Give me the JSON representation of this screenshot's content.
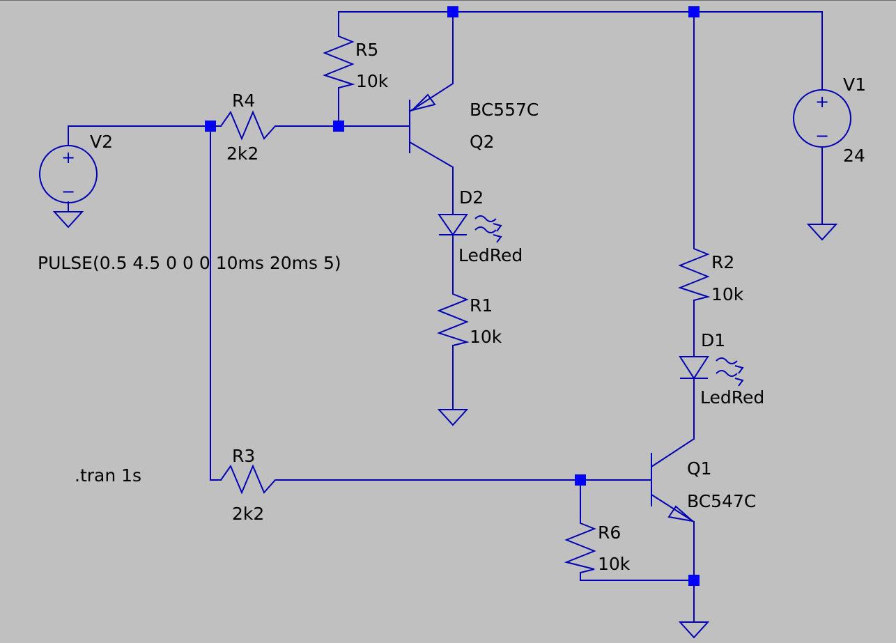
{
  "theme": {
    "background": "#c0c0c0",
    "wire": "#0000b4",
    "junction": "#0000ff",
    "text": "#000000"
  },
  "components": {
    "V1": {
      "name": "V1",
      "value": "24"
    },
    "V2": {
      "name": "V2",
      "value": "PULSE(0.5 4.5 0 0 0 10ms 20ms 5)"
    },
    "R1": {
      "name": "R1",
      "value": "10k"
    },
    "R2": {
      "name": "R2",
      "value": "10k"
    },
    "R3": {
      "name": "R3",
      "value": "2k2"
    },
    "R4": {
      "name": "R4",
      "value": "2k2"
    },
    "R5": {
      "name": "R5",
      "value": "10k"
    },
    "R6": {
      "name": "R6",
      "value": "10k"
    },
    "D1": {
      "name": "D1",
      "value": "LedRed"
    },
    "D2": {
      "name": "D2",
      "value": "LedRed"
    },
    "Q1": {
      "name": "Q1",
      "value": "BC547C"
    },
    "Q2": {
      "name": "Q2",
      "value": "BC557C"
    }
  },
  "directives": {
    "tran": ".tran 1s"
  },
  "symbols": {
    "plus": "+",
    "minus": "−"
  }
}
